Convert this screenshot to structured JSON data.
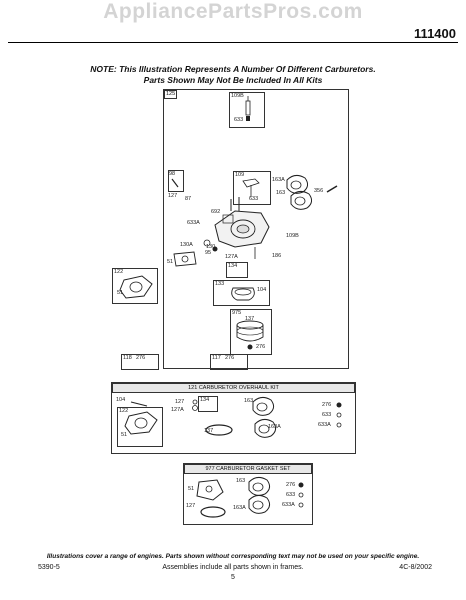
{
  "watermark": "AppliancePartsPros.com",
  "document_number": "111400",
  "note_line1": "NOTE: This Illustration Represents A Number Of Different Carburetors.",
  "note_line2": "Parts Shown May Not Be Included In All Kits",
  "main_frame_label": "125",
  "kit_overhaul": {
    "title": "121 CARBURETOR OVERHAUL KIT",
    "labels": [
      "104",
      "127",
      "127A",
      "134",
      "137",
      "163",
      "163A",
      "276",
      "633",
      "633A",
      "122",
      "51"
    ]
  },
  "kit_gasket": {
    "title": "977 CARBURETOR GASKET SET",
    "labels": [
      "51",
      "127",
      "163",
      "163A",
      "276",
      "633",
      "633A"
    ]
  },
  "part_labels": {
    "p109b_top": "109B",
    "p633_top": "633",
    "p98": "98",
    "p127": "127",
    "p87": "87",
    "p633a": "633A",
    "p692": "692",
    "p109": "109",
    "p633_mid": "633",
    "p163a": "163A",
    "p163": "163",
    "p356": "356",
    "p109b_mid": "109B",
    "p130a": "130A",
    "p130": "130",
    "p95": "95",
    "p127a": "127A",
    "p186": "186",
    "p51": "51",
    "p134": "134",
    "p122": "122",
    "p51b": "51",
    "p133": "133",
    "p104": "104",
    "p975": "975",
    "p137": "137",
    "p276": "276",
    "p118": "118",
    "p276b": "276",
    "p117": "117",
    "p276c": "276"
  },
  "footer": {
    "disclaimer": "Illustrations cover a range of engines. Parts shown without corresponding text may not be used on your specific engine.",
    "left_code": "5390-5",
    "center_text": "Assemblies include all parts shown in frames.",
    "right_code": "4C-8/2002",
    "page_number": "5"
  }
}
